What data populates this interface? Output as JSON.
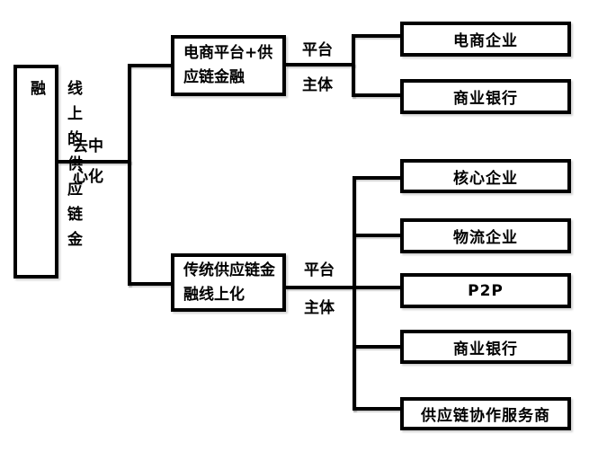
{
  "diagram": {
    "root": {
      "label": "线上的供应链金融"
    },
    "root_edge": {
      "line1": "去中",
      "line2": "心化"
    },
    "branch1": {
      "label": "电商平台+供应链金融",
      "edge_top": "平台",
      "edge_bottom": "主体",
      "children": [
        "电商企业",
        "商业银行"
      ]
    },
    "branch2": {
      "label": "传统供应链金融线上化",
      "edge_top": "平台",
      "edge_bottom": "主体",
      "children": [
        "核心企业",
        "物流企业",
        "P2P",
        "商业银行",
        "供应链协作服务商"
      ]
    },
    "colors": {
      "line": "#000000",
      "text": "#000000",
      "background": "#ffffff"
    }
  }
}
